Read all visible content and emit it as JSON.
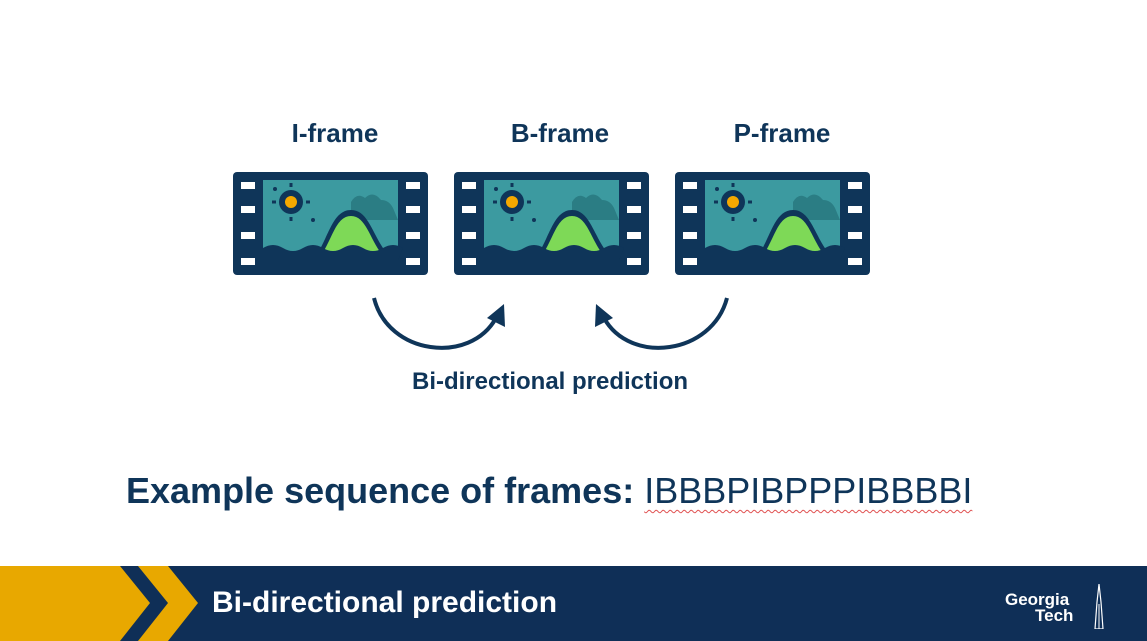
{
  "frames": [
    {
      "label": "I-frame"
    },
    {
      "label": "B-frame"
    },
    {
      "label": "P-frame"
    }
  ],
  "caption": "Bi-directional prediction",
  "example": {
    "label": "Example sequence of frames:",
    "sequence": "IBBBPIBPPPIBBBBI"
  },
  "footer": {
    "title": "Bi-directional prediction",
    "logo_line1": "Georgia",
    "logo_line2": "Tech"
  },
  "colors": {
    "navy": "#0f3559",
    "film_teal": "#3c9aa0",
    "mountain_green": "#7ed957",
    "sun_gold": "#f5a800",
    "footer_bg": "#0f2f57",
    "chevron_gold": "#e8a800"
  }
}
